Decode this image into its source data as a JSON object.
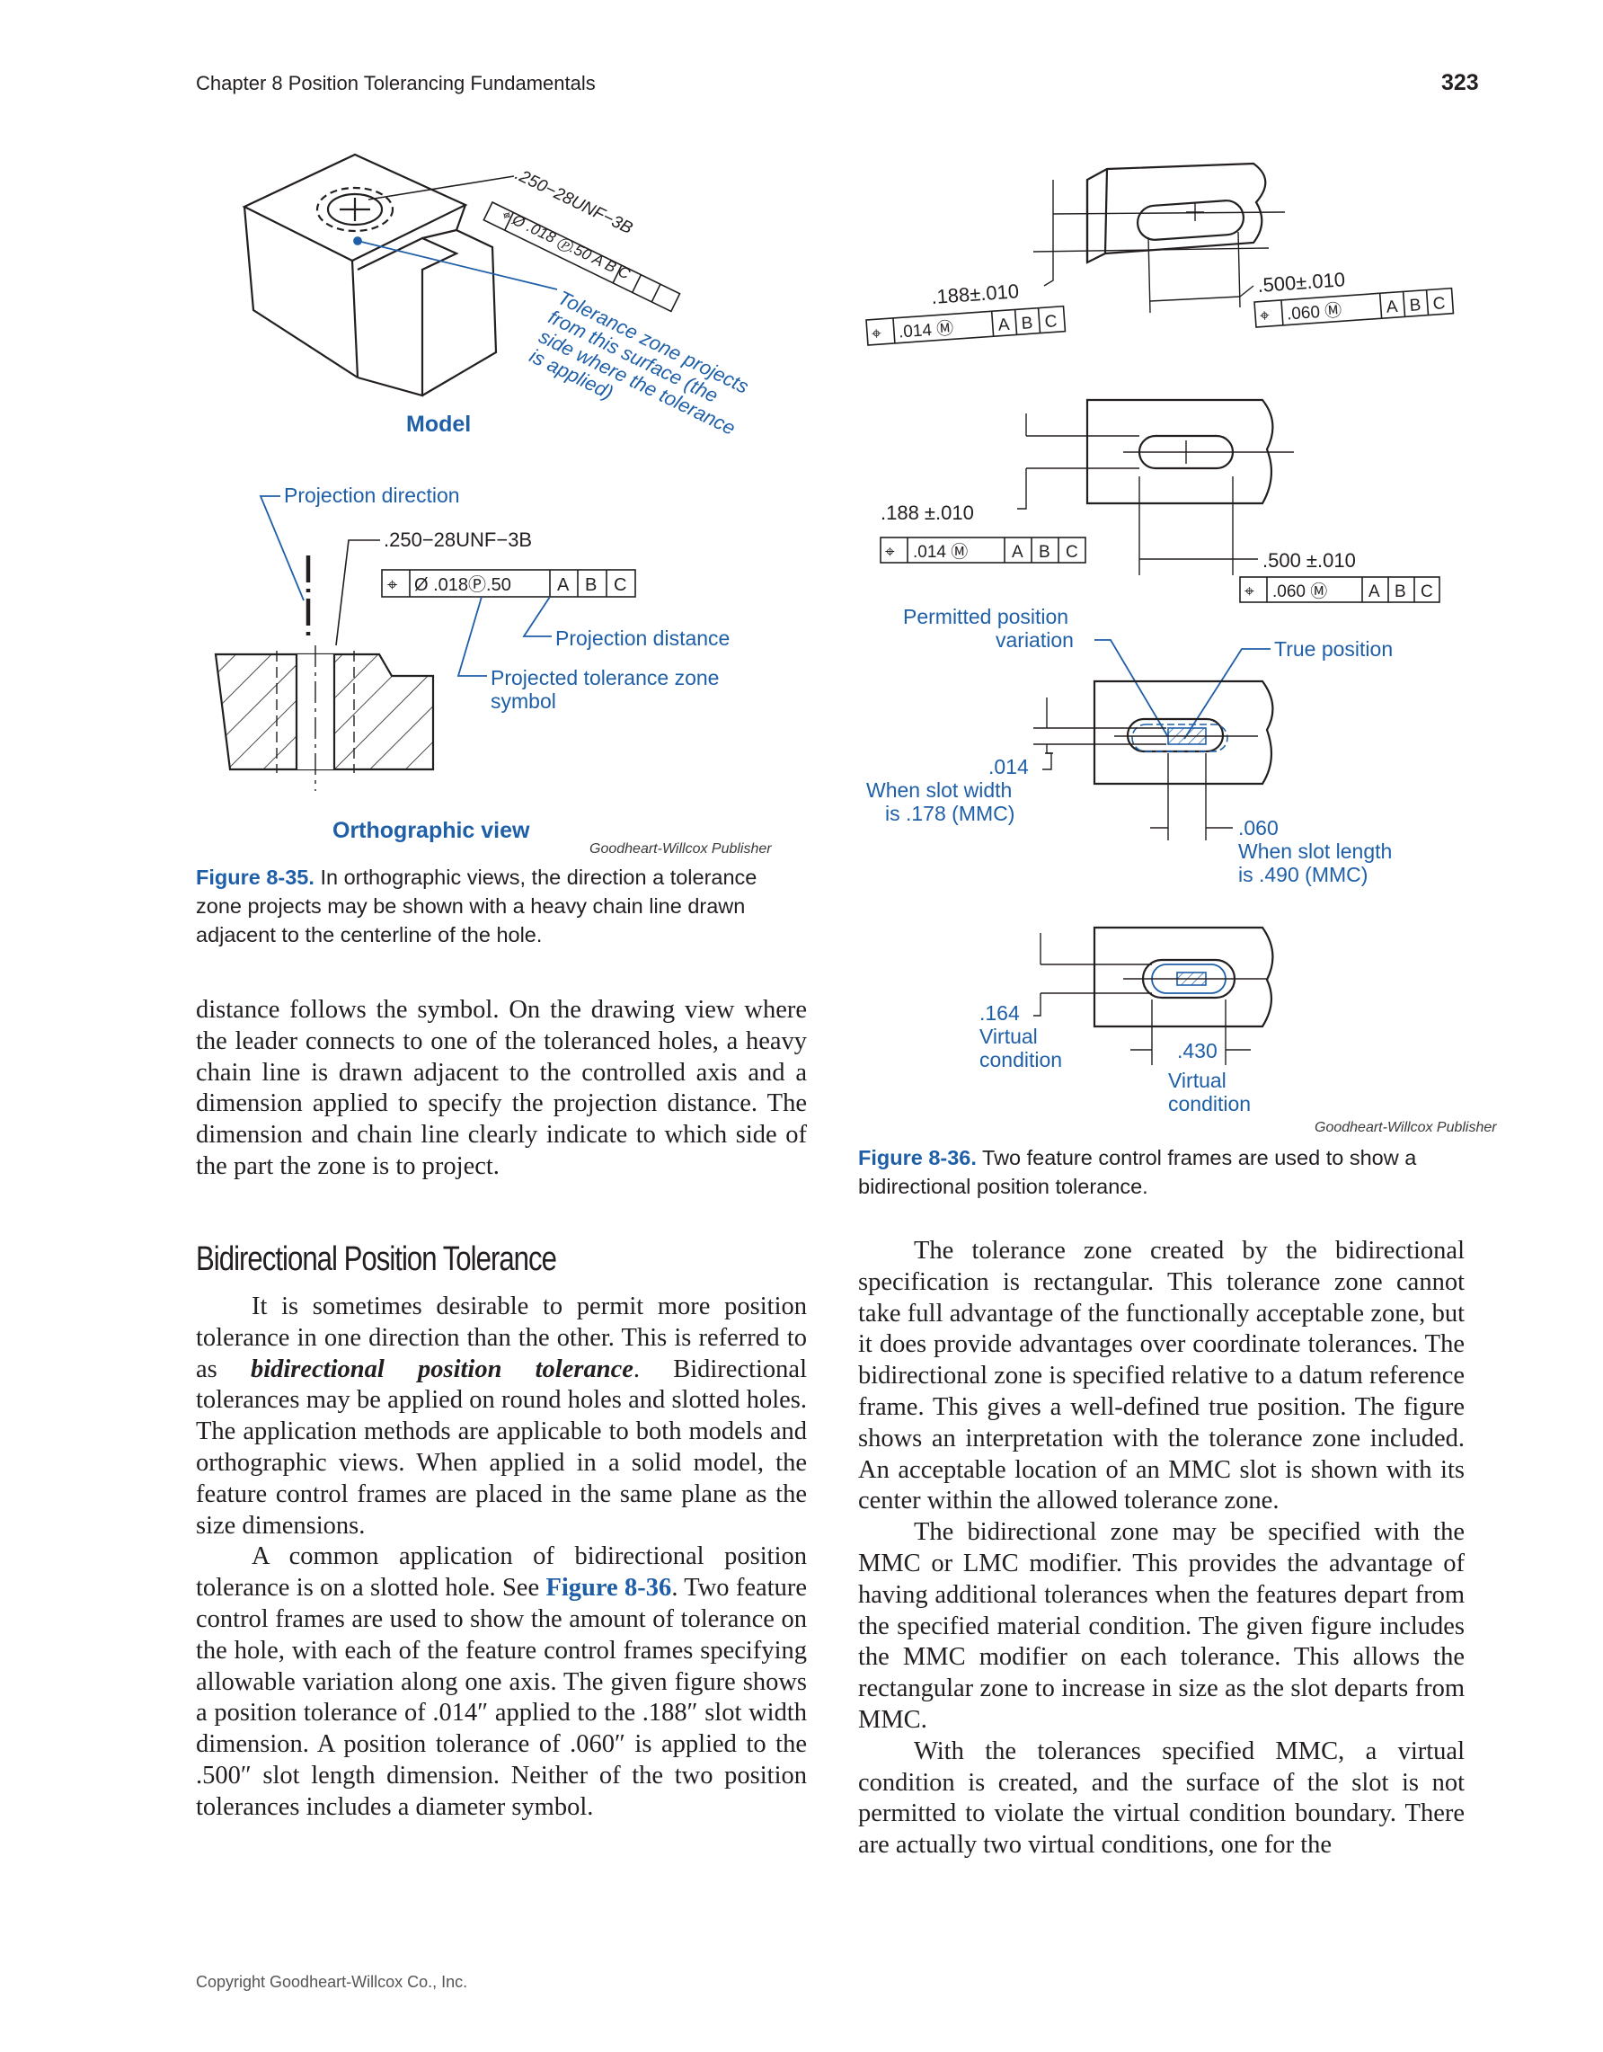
{
  "header": {
    "chapter": "Chapter 8   Position Tolerancing Fundamentals",
    "page_number": "323"
  },
  "fig35": {
    "callout": ".250−28UNF−3B",
    "fcf_top": [
      "⌖",
      "Ø .018 Ⓟ.50",
      "A",
      "B",
      "C"
    ],
    "model_note": [
      "Tolerance zone projects",
      "from this surface (the",
      "side where the tolerance",
      "is applied)"
    ],
    "model_label": "Model",
    "projection_direction": "Projection direction",
    "ortho_callout": ".250−28UNF−3B",
    "ortho_fcf": {
      "sym": "⌖",
      "tol": "Ø .018Ⓟ.50",
      "a": "A",
      "b": "B",
      "c": "C"
    },
    "projection_distance": "Projection distance",
    "projected_zone_symbol": [
      "Projected tolerance zone",
      "symbol"
    ],
    "ortho_label": "Orthographic view",
    "credit": "Goodheart-Willcox Publisher",
    "caption_num": "Figure 8-35.",
    "caption_text": "In orthographic views, the direction a tolerance zone projects may be shown with a heavy chain line drawn adjacent to the centerline of the hole."
  },
  "fig36": {
    "iso_width_dim": ".188±.010",
    "iso_length_dim": ".500±.010",
    "iso_fcf_width": {
      "sym": "⌖",
      "tol": ".014 Ⓜ",
      "a": "A",
      "b": "B",
      "c": "C"
    },
    "iso_fcf_length": {
      "sym": "⌖",
      "tol": ".060 Ⓜ",
      "a": "A",
      "b": "B",
      "c": "C"
    },
    "ortho_width_dim": ".188 ±.010",
    "ortho_length_dim": ".500 ±.010",
    "ortho_fcf_width": {
      "sym": "⌖",
      "tol": ".014 Ⓜ",
      "a": "A",
      "b": "B",
      "c": "C"
    },
    "ortho_fcf_length": {
      "sym": "⌖",
      "tol": ".060 Ⓜ",
      "a": "A",
      "b": "B",
      "c": "C"
    },
    "permitted_position": [
      "Permitted position",
      "variation"
    ],
    "true_position": "True position",
    "width_tol": ".014",
    "width_note": [
      "When slot width",
      "is .178 (MMC)"
    ],
    "length_tol": ".060",
    "length_note": [
      "When slot length",
      "is .490 (MMC)"
    ],
    "vc_width": ".164",
    "vc_width_note": [
      "Virtual",
      "condition"
    ],
    "vc_length": ".430",
    "vc_length_note": [
      "Virtual",
      "condition"
    ],
    "credit": "Goodheart-Willcox Publisher",
    "caption_num": "Figure 8-36.",
    "caption_text": "Two feature control frames are used to show a bidirectional position tolerance."
  },
  "left_column": {
    "para_cont": "distance follows the symbol. On the drawing view where the leader connects to one of the toleranced holes, a heavy chain line is drawn adjacent to the controlled axis and a dimension applied to specify the projection distance. The dimension and chain line clearly indicate to which side of the part the zone is to project.",
    "heading": "Bidirectional Position Tolerance",
    "para1_a": "It is sometimes desirable to permit more position tolerance in one direction than the other. This is referred to as ",
    "para1_term": "bidirectional position tolerance",
    "para1_b": ". Bidirectional tolerances may be applied on round holes and slotted holes. The application methods are applicable to both models and orthographic views. When applied in a solid model, the feature control frames are placed in the same plane as the size dimensions.",
    "para2_a": "A common application of bidirectional position tolerance is on a slotted hole. See ",
    "para2_ref": "Figure 8-36",
    "para2_b": ". Two feature control frames are used to show the amount of tolerance on the hole, with each of the feature control frames specifying allowable variation along one axis. The given figure shows a position tolerance of .014″ applied to the .188″ slot width dimension. A position tolerance of .060″ is applied to the .500″ slot length dimension. Neither of the two position tolerances includes a diameter symbol."
  },
  "right_column": {
    "para1": "The tolerance zone created by the bidirectional specification is rectangular. This tolerance zone cannot take full advantage of the functionally acceptable zone, but it does provide advantages over coordinate tolerances. The bidirectional zone is specified relative to a datum reference frame. This gives a well-defined true position. The figure shows an interpretation with the tolerance zone included. An acceptable location of an MMC slot is shown with its center within the allowed tolerance zone.",
    "para2": "The bidirectional zone may be specified with the MMC or LMC modifier. This provides the advantage of having additional tolerances when the features depart from the specified material condition. The given figure includes the MMC modifier on each tolerance. This allows the rectangular zone to increase in size as the slot departs from MMC.",
    "para3": "With the tolerances specified MMC, a virtual condition is created, and the surface of the slot is not permitted to violate the virtual condition boundary. There are actually two virtual conditions, one for the"
  },
  "footer": {
    "copyright": "Copyright Goodheart-Willcox Co., Inc."
  }
}
